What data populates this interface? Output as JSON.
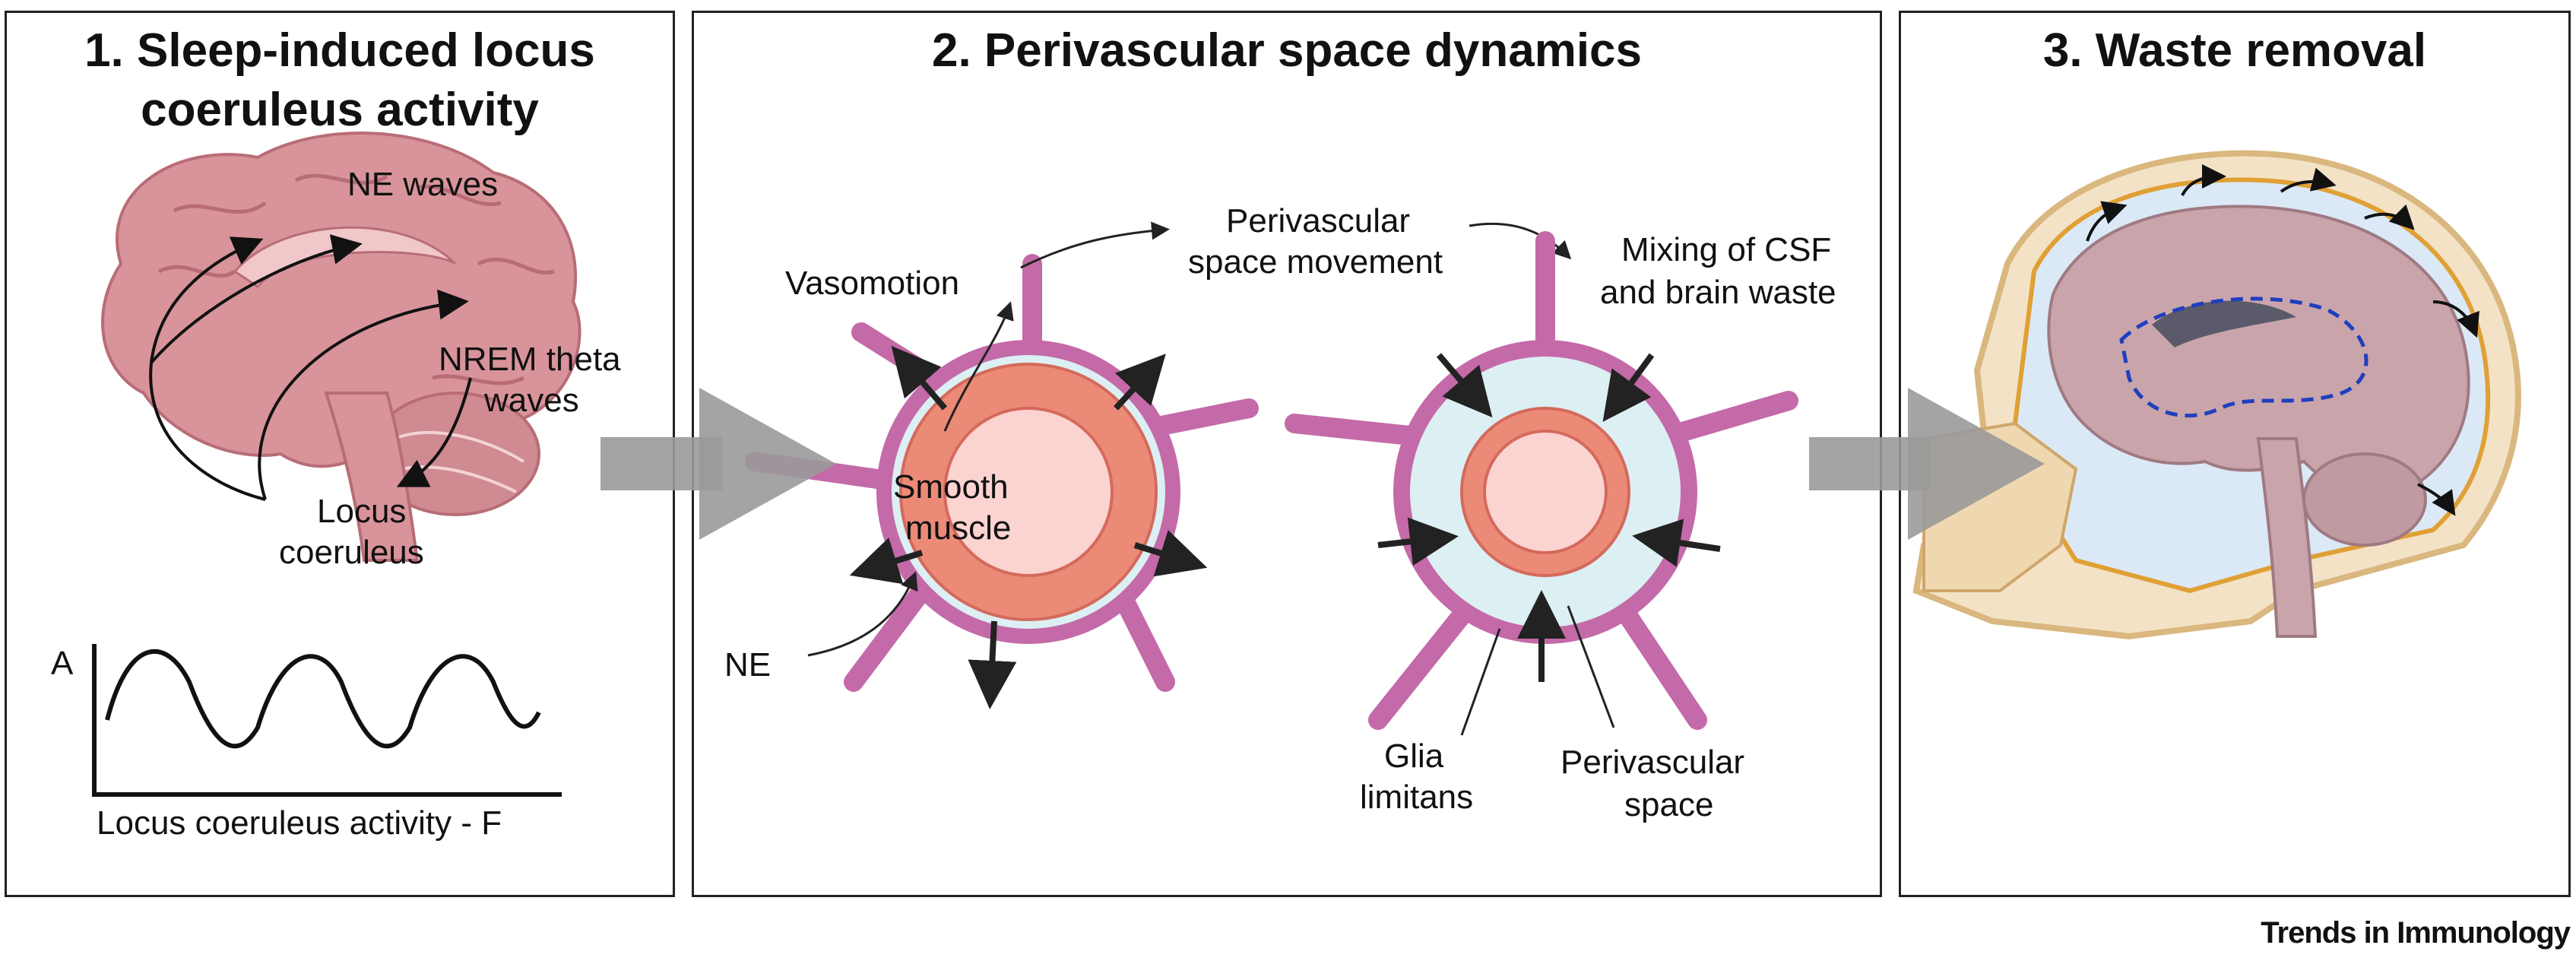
{
  "panel1": {
    "title_line1": "1. Sleep-induced locus",
    "title_line2": "coeruleus activity",
    "label_ne_waves": "NE waves",
    "label_nrem_line1": "NREM theta",
    "label_nrem_line2": "waves",
    "label_locus_line1": "Locus",
    "label_locus_line2": "coeruleus",
    "graph_y_label": "A",
    "graph_x_label": "Locus coeruleus activity - F"
  },
  "panel2": {
    "title": "2. Perivascular space dynamics",
    "label_vasomotion": "Vasomotion",
    "label_pv_move_line1": "Perivascular",
    "label_pv_move_line2": "space movement",
    "label_mixing_line1": "Mixing of CSF",
    "label_mixing_line2": "and brain waste",
    "label_smooth_line1": "Smooth",
    "label_smooth_line2": "muscle",
    "label_ne": "NE",
    "label_glia_line1": "Glia",
    "label_glia_line2": "limitans",
    "label_pvspace_line1": "Perivascular",
    "label_pvspace_line2": "space"
  },
  "panel3": {
    "title": "3. Waste removal"
  },
  "footer": {
    "journal": "Trends in Immunology"
  },
  "colors": {
    "brain_pink": "#d8949a",
    "brain_dark": "#b86d76",
    "glia_purple": "#c46aa8",
    "muscle_red": "#ec8a78",
    "lumen_pink": "#fbd3d0",
    "perivascular_blue": "#dceff3",
    "arrow_gray": "#9a9a9a",
    "csf_blue": "#1f3fbf"
  }
}
